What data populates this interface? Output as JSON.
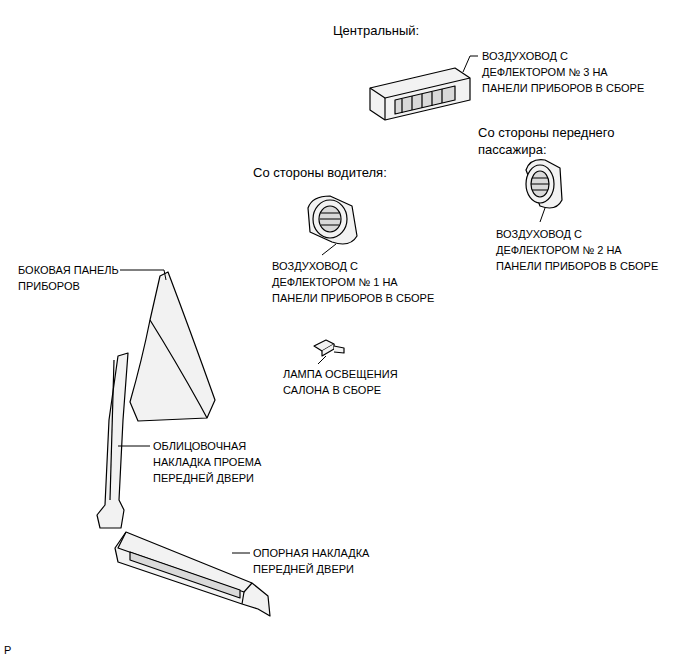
{
  "diagram": {
    "labels": [
      "Центральный:",
      "ВОЗДУХОВОД С ДЕФЛЕКТОРОМ № 3 НА ПАНЕЛИ ПРИБОРОВ В СБОРЕ",
      "Со стороны переднего пассажира:",
      "Со стороны водителя:",
      "ВОЗДУХОВОД С ДЕФЛЕКТОРОМ № 2 НА ПАНЕЛИ ПРИБОРОВ В СБОРЕ",
      "БОКОВАЯ ПАНЕЛЬ ПРИБОРОВ",
      "ВОЗДУХОВОД С ДЕФЛЕКТОРОМ № 1 НА ПАНЕЛИ ПРИБОРОВ В СБОРЕ",
      "ЛАМПА ОСВЕЩЕНИЯ САЛОНА В СБОРЕ",
      "ОБЛИЦОВОЧНАЯ НАКЛАДКА ПРОЕМА ПЕРЕДНЕЙ ДВЕРИ",
      "ОПОРНАЯ НАКЛАДКА ПЕРЕДНЕЙ ДВЕРИ",
      "P"
    ]
  }
}
